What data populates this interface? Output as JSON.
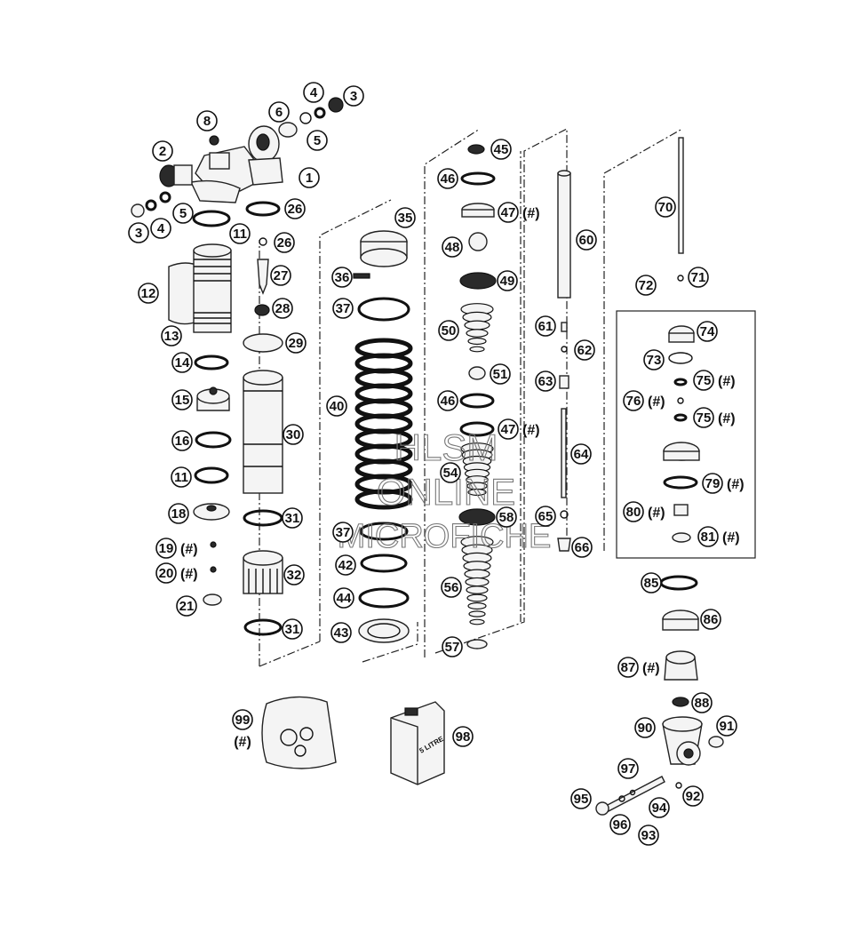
{
  "callouts": [
    {
      "n": "1"
    },
    {
      "n": "2"
    },
    {
      "n": "3"
    },
    {
      "n": "3"
    },
    {
      "n": "4"
    },
    {
      "n": "4"
    },
    {
      "n": "5"
    },
    {
      "n": "5"
    },
    {
      "n": "6"
    },
    {
      "n": "8"
    },
    {
      "n": "11"
    },
    {
      "n": "11"
    },
    {
      "n": "12"
    },
    {
      "n": "13"
    },
    {
      "n": "14"
    },
    {
      "n": "15"
    },
    {
      "n": "16"
    },
    {
      "n": "18"
    },
    {
      "n": "19",
      "hash": "(#)"
    },
    {
      "n": "20",
      "hash": "(#)"
    },
    {
      "n": "21"
    },
    {
      "n": "26"
    },
    {
      "n": "26"
    },
    {
      "n": "27"
    },
    {
      "n": "28"
    },
    {
      "n": "29"
    },
    {
      "n": "30"
    },
    {
      "n": "31"
    },
    {
      "n": "31"
    },
    {
      "n": "32"
    },
    {
      "n": "35"
    },
    {
      "n": "36"
    },
    {
      "n": "37"
    },
    {
      "n": "37"
    },
    {
      "n": "40"
    },
    {
      "n": "42"
    },
    {
      "n": "43"
    },
    {
      "n": "44"
    },
    {
      "n": "45"
    },
    {
      "n": "46"
    },
    {
      "n": "46"
    },
    {
      "n": "47",
      "hash": "(#)"
    },
    {
      "n": "47",
      "hash": "(#)"
    },
    {
      "n": "48"
    },
    {
      "n": "49"
    },
    {
      "n": "50"
    },
    {
      "n": "51"
    },
    {
      "n": "54"
    },
    {
      "n": "56"
    },
    {
      "n": "57"
    },
    {
      "n": "58"
    },
    {
      "n": "60"
    },
    {
      "n": "61"
    },
    {
      "n": "62"
    },
    {
      "n": "63"
    },
    {
      "n": "64"
    },
    {
      "n": "65"
    },
    {
      "n": "66"
    },
    {
      "n": "70"
    },
    {
      "n": "71"
    },
    {
      "n": "72"
    },
    {
      "n": "73"
    },
    {
      "n": "74"
    },
    {
      "n": "75",
      "hash": "(#)"
    },
    {
      "n": "75",
      "hash": "(#)"
    },
    {
      "n": "76",
      "hash": "(#)"
    },
    {
      "n": "79",
      "hash": "(#)"
    },
    {
      "n": "80",
      "hash": "(#)"
    },
    {
      "n": "81",
      "hash": "(#)"
    },
    {
      "n": "85"
    },
    {
      "n": "86"
    },
    {
      "n": "87",
      "hash": "(#)"
    },
    {
      "n": "88"
    },
    {
      "n": "90"
    },
    {
      "n": "91"
    },
    {
      "n": "92"
    },
    {
      "n": "93"
    },
    {
      "n": "94"
    },
    {
      "n": "95"
    },
    {
      "n": "96"
    },
    {
      "n": "97"
    },
    {
      "n": "98"
    },
    {
      "n": "99",
      "hash": "(#)"
    }
  ],
  "watermark": {
    "line1": "HLSM",
    "line2": "ONLINE",
    "line3": "MICROFICHE"
  },
  "product_labels": {
    "oil_can": "5 LITRE"
  }
}
